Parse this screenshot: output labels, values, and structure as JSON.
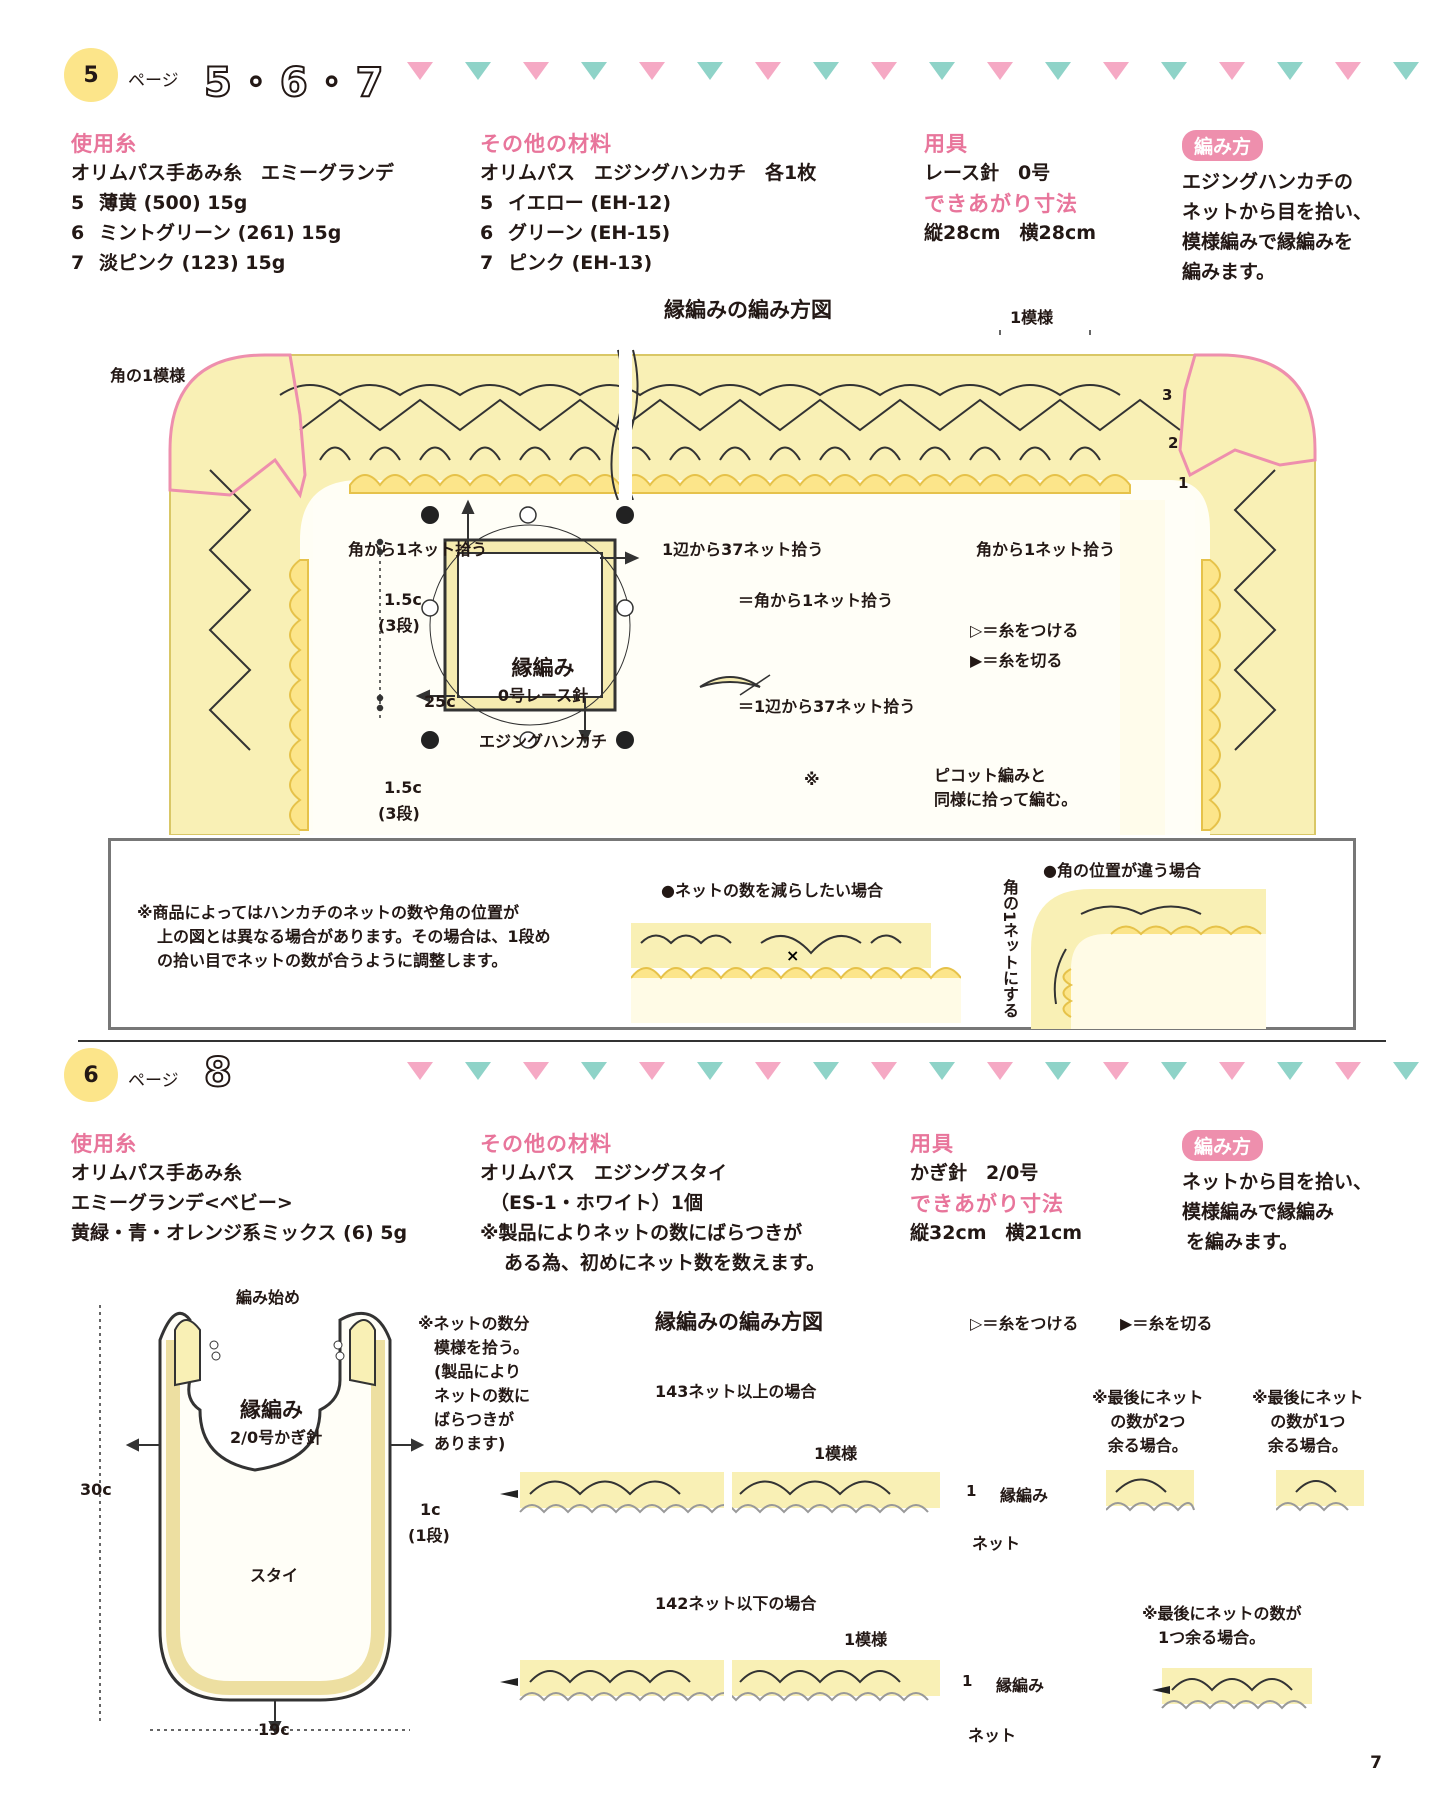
{
  "section5": {
    "badge": "5",
    "page_label": "ページ",
    "page_nums": "5・6・7",
    "yarn": {
      "heading": "使用糸",
      "line1": "オリムパス手あみ糸　エミーグランデ",
      "items": [
        {
          "num": "5",
          "text": "薄黄 (500) 15g"
        },
        {
          "num": "6",
          "text": "ミントグリーン (261) 15g"
        },
        {
          "num": "7",
          "text": "淡ピンク (123) 15g"
        }
      ]
    },
    "materials": {
      "heading": "その他の材料",
      "line1": "オリムパス　エジングハンカチ　各1枚",
      "items": [
        {
          "num": "5",
          "text": "イエロー (EH-12)"
        },
        {
          "num": "6",
          "text": "グリーン (EH-15)"
        },
        {
          "num": "7",
          "text": "ピンク (EH-13)"
        }
      ]
    },
    "tools": {
      "heading": "用具",
      "value": "レース針　0号",
      "size_heading": "できあがり寸法",
      "size_value": "縦28cm　横28cm"
    },
    "method": {
      "heading": "編み方",
      "lines": [
        "エジングハンカチの",
        "ネットから目を拾い、",
        "模様編みで縁編みを",
        "編みます。"
      ]
    },
    "diagram": {
      "title": "縁編みの編み方図",
      "one_pattern": "1模様",
      "corner_pattern": "角の1模様",
      "pick_corner_left": "角から1ネット拾う",
      "pick_side": "1辺から37ネット拾う",
      "pick_corner_right": "角から1ネット拾う",
      "row3": "3",
      "row2": "2",
      "row1": "1",
      "dim_top": "1.5c",
      "dim_top_rows": "(3段)",
      "dim_mid": "25c",
      "dim_bot": "1.5c",
      "dim_bot_rows": "(3段)",
      "center_title": "縁編み",
      "center_needle": "0号レース針",
      "center_name": "エジングハンカチ",
      "legend_corner": "＝角から1ネット拾う",
      "legend_side": "＝1辺から37ネット拾う",
      "legend_attach": "＝糸をつける",
      "legend_cut": "＝糸を切る",
      "picot_mark": "※",
      "picot_note1": "ピコット編みと",
      "picot_note2": "同様に拾って編む。"
    },
    "note": {
      "line1": "※商品によってはハンカチのネットの数や角の位置が",
      "line2": "上の図とは異なる場合があります。その場合は、1段め",
      "line3": "の拾い目でネットの数が合うように調整します。",
      "reduce_title": "●ネットの数を減らしたい場合",
      "corner_title": "●角の位置が違う場合",
      "corner_vertical": "角の1ネットにする"
    }
  },
  "section6": {
    "badge": "6",
    "page_label": "ページ",
    "page_nums": "8",
    "yarn": {
      "heading": "使用糸",
      "lines": [
        "オリムパス手あみ糸",
        "エミーグランデ<ベビー>",
        "黄緑・青・オレンジ系ミックス (6) 5g"
      ]
    },
    "materials": {
      "heading": "その他の材料",
      "lines": [
        "オリムパス　エジングスタイ",
        "（ES-1・ホワイト）1個",
        "※製品によりネットの数にばらつきが",
        "ある為、初めにネット数を数えます。"
      ]
    },
    "tools": {
      "heading": "用具",
      "value": "かぎ針　2/0号",
      "size_heading": "できあがり寸法",
      "size_value": "縦32cm　横21cm"
    },
    "method": {
      "heading": "編み方",
      "lines": [
        "ネットから目を拾い、",
        "模様編みで縁編み",
        "を編みます。"
      ]
    },
    "bib": {
      "start": "編み始め",
      "title": "縁編み",
      "needle": "2/0号かぎ針",
      "name": "スタイ",
      "height": "30c",
      "width": "19c",
      "edge": "1c",
      "edge_rows": "(1段)",
      "note": [
        "※ネットの数分",
        "模様を拾う。",
        "(製品により",
        "ネットの数に",
        "ばらつきが",
        "あります)"
      ]
    },
    "diagram": {
      "title": "縁編みの編み方図",
      "legend_attach": "＝糸をつける",
      "legend_cut": "＝糸を切る",
      "case1": "143ネット以上の場合",
      "case2": "142ネット以下の場合",
      "one_pattern": "1模様",
      "edge_label": "縁編み",
      "net_label": "ネット",
      "row1": "1",
      "rem2": [
        "※最後にネット",
        "の数が2つ",
        "余る場合。"
      ],
      "rem1": [
        "※最後にネット",
        "の数が1つ",
        "余る場合。"
      ],
      "rem1b": [
        "※最後にネットの数が",
        "1つ余る場合。"
      ]
    }
  },
  "page_number": "7",
  "colors": {
    "pink": "#e8759b",
    "yellow": "#fce58a",
    "pale_yellow": "#f9f0b5",
    "mint": "#8fd3c8",
    "pink_tri": "#f5a9c4"
  }
}
